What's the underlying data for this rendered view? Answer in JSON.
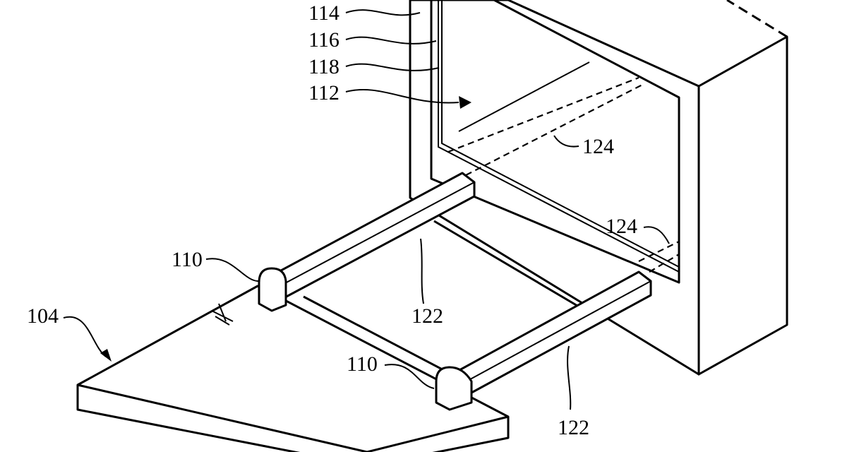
{
  "figure": {
    "labels": {
      "l114": "114",
      "l116": "116",
      "l118": "118",
      "l112": "112",
      "l124a": "124",
      "l124b": "124",
      "l110a": "110",
      "l110b": "110",
      "l122a": "122",
      "l122b": "122",
      "l104": "104"
    },
    "colors": {
      "ink": "#000000",
      "paper": "#ffffff"
    }
  }
}
